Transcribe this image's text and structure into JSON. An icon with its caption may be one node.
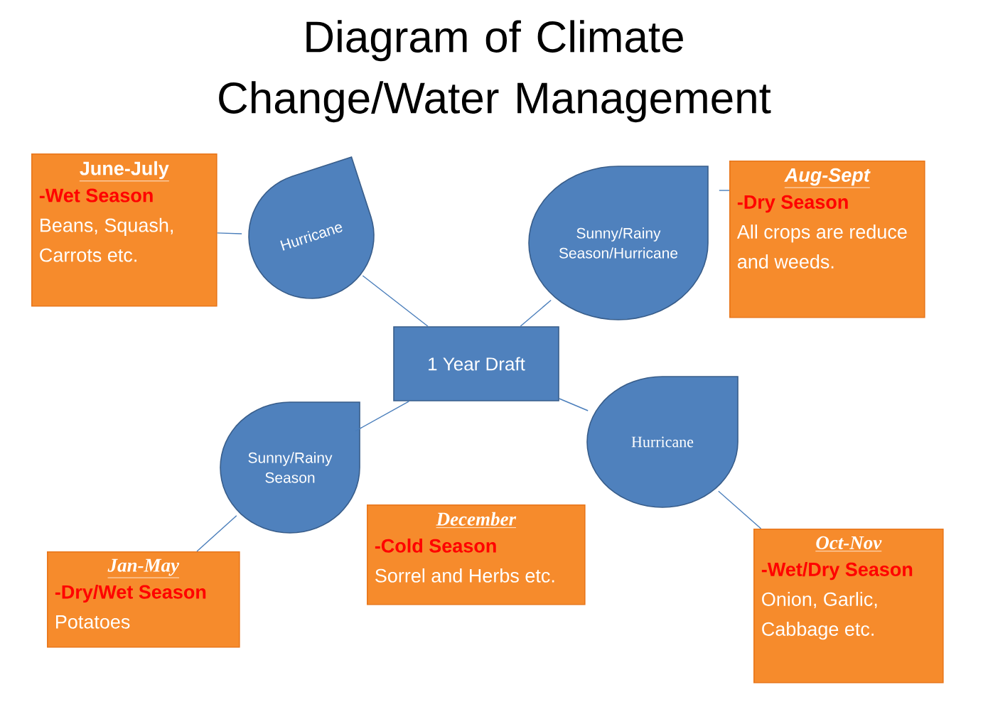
{
  "diagram": {
    "title": "Diagram of Climate Change/Water Management",
    "nodes": [
      {
        "text": [
          "1 Year Draft"
        ]
      },
      {
        "text": [
          "Hurricane"
        ]
      },
      {
        "text": [
          "Sunny/Rainy Season/Hurricane"
        ]
      },
      {
        "text": [
          "Sunny/Rainy Season"
        ]
      },
      {
        "text": [
          "Hurricane"
        ]
      },
      {
        "text": [
          "June-July",
          "-Wet Season",
          "Beans, Squash, Carrots etc."
        ]
      },
      {
        "text": [
          "Aug-Sept",
          "-Dry Season",
          "All crops are reduce and weeds."
        ]
      },
      {
        "text": [
          "Jan-May",
          "-Dry/Wet Season",
          "Potatoes"
        ]
      },
      {
        "text": [
          "December",
          "-Cold Season",
          "Sorrel and Herbs etc."
        ]
      },
      {
        "text": [
          "Oct-Nov",
          "-Wet/Dry Season",
          "Onion, Garlic, Cabbage etc."
        ]
      }
    ],
    "edges": [
      {
        "from": 0,
        "to": 1,
        "arrow": "none"
      },
      {
        "from": 0,
        "to": 2,
        "arrow": "none"
      },
      {
        "from": 0,
        "to": 3,
        "arrow": "none"
      },
      {
        "from": 0,
        "to": 4,
        "arrow": "none"
      },
      {
        "from": 5,
        "to": 1,
        "arrow": "none"
      },
      {
        "from": 2,
        "to": 6,
        "arrow": "none"
      },
      {
        "from": 3,
        "to": 7,
        "arrow": "none"
      },
      {
        "from": 4,
        "to": 9,
        "arrow": "none"
      }
    ]
  }
}
